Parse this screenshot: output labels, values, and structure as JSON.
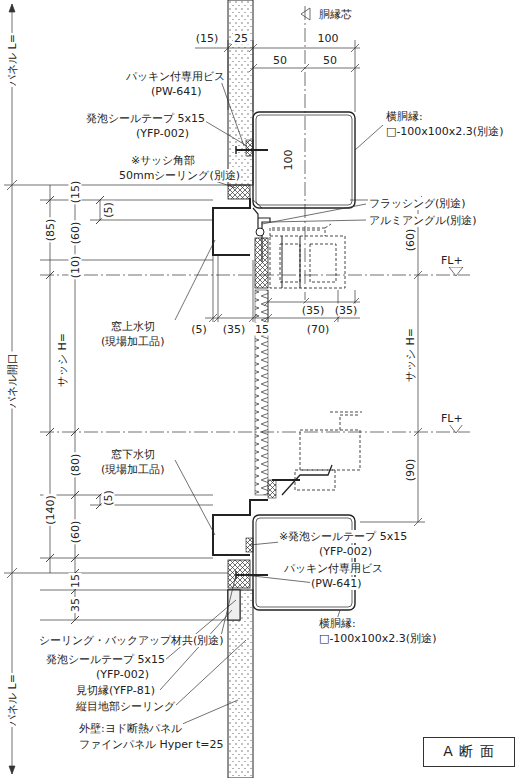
{
  "diagram": {
    "nodes": [
      {
        "text": [
          "A 断 面"
        ]
      }
    ],
    "labels": [
      "パネル L=",
      "(15)",
      "25",
      "胴縁芯",
      "100",
      "50",
      "50",
      "パッキン付専用ビス",
      "(PW-641)",
      "横胴縁:",
      "□-100x100x2.3(別途)",
      "発泡シールテープ 5x15",
      "(YFP-002)",
      "※サッシ角部",
      "50mmシーリング(別途)",
      "100",
      "フラッシング(別途)",
      "アルミアングル(別途)",
      "(15)",
      "(5)",
      "(85)",
      "(60)",
      "(10)",
      "(60)",
      "FL+",
      "窓上水切",
      "(現場加工品)",
      "(5)",
      "(35)",
      "15",
      "(35)",
      "(35)",
      "(70)",
      "サッシ H=",
      "サッシ H=",
      "パネル開口",
      "FL+",
      "窓下水切",
      "(現場加工品)",
      "(80)",
      "(5)",
      "(140)",
      "(60)",
      "(90)",
      "15",
      "35",
      "※発泡シールテープ 5x15",
      "(YFP-002)",
      "パッキン付専用ビス",
      "(PW-641)",
      "横胴縁:",
      "□-100x100x2.3(別途)",
      "シーリング・バックアップ材共(別途)",
      "発泡シールテープ 5x15",
      "(YFP-002)",
      "見切縁(YFP-81)",
      "縦目地部シーリング",
      "外壁:ヨド断熱パネル",
      "ファインパネル Hyper t=25",
      "パネル L="
    ]
  }
}
